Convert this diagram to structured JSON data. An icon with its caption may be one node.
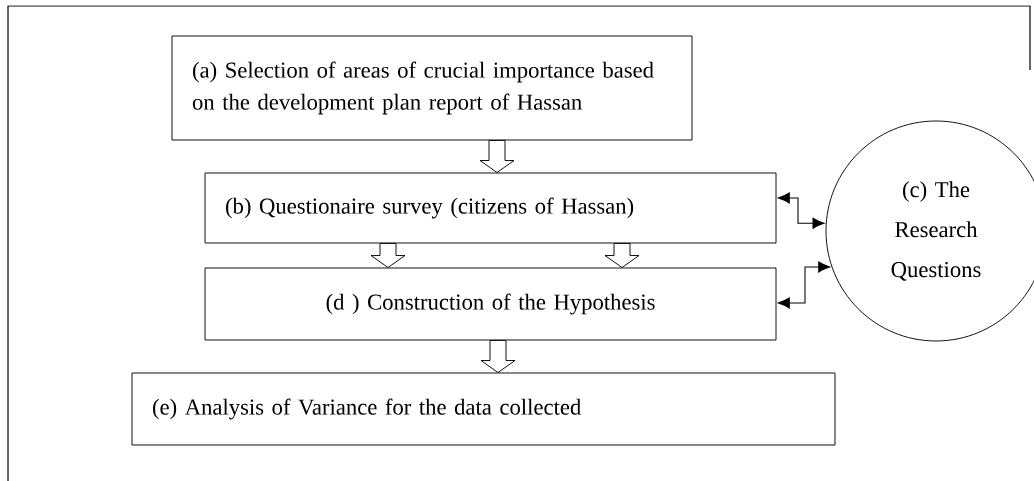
{
  "diagram": {
    "nodes": [
      {
        "text": [
          "(a) Selection of areas of crucial importance based on the development plan report of Hassan"
        ]
      },
      {
        "text": [
          "(b) Questionaire survey (citizens of Hassan)"
        ]
      },
      {
        "text": [
          "(c) The Research Questions"
        ]
      },
      {
        "text": [
          "(d ) Construction of the Hypothesis"
        ]
      },
      {
        "text": [
          "(e) Analysis of Variance for the data collected"
        ]
      }
    ],
    "edges": [
      {
        "from": 0,
        "to": 1,
        "arrow": "to"
      },
      {
        "from": 1,
        "to": 3,
        "arrow": "to"
      },
      {
        "from": 1,
        "to": 3,
        "arrow": "to"
      },
      {
        "from": 3,
        "to": 4,
        "arrow": "to"
      },
      {
        "from": 1,
        "to": 2,
        "arrow": "both"
      },
      {
        "from": 3,
        "to": 2,
        "arrow": "both"
      }
    ]
  }
}
